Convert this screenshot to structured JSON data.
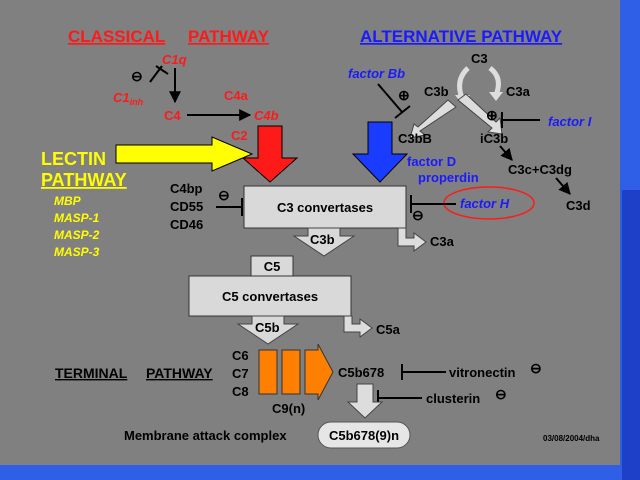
{
  "colors": {
    "slide_bg": "#808080",
    "frame_blue": "#2f5fe6",
    "classical_red": "#ff1a1a",
    "alternative_blue": "#1a1aff",
    "lectin_yellow": "#ffff00",
    "terminal_orange": "#ff7f00",
    "box_fill": "#d9d9d9",
    "text_black": "#000000"
  },
  "headers": {
    "classical_word1": "CLASSICAL",
    "classical_word2": "PATHWAY",
    "alternative": "ALTERNATIVE PATHWAY",
    "lectin_line1": "LECTIN",
    "lectin_line2": "PATHWAY",
    "terminal_word1": "TERMINAL",
    "terminal_word2": "PATHWAY"
  },
  "classical": {
    "c1q": "C1q",
    "c1inh_main": "C1",
    "c1inh_sub": "inh",
    "c4": "C4",
    "c4a": "C4a",
    "c4b": "C4b",
    "c2": "C2",
    "inhibit_sign": "⊖"
  },
  "lectin": {
    "items": [
      "MBP",
      "MASP-1",
      "MASP-2",
      "MASP-3"
    ]
  },
  "alternative": {
    "c3": "C3",
    "c3a": "C3a",
    "c3b": "C3b",
    "factor_bb": "factor Bb",
    "plus_sign_bb": "⊕",
    "c3bb": "C3bB",
    "ic3b": "iC3b",
    "factor_i": "factor I",
    "plus_sign_i": "⊕",
    "factor_d": "factor D",
    "properdin": "properdin",
    "c3c_c3dg": "C3c+C3dg",
    "c3d": "C3d",
    "factor_h": "factor H",
    "minus_sign_h": "⊖"
  },
  "regulators_left": {
    "items": [
      "C4bp",
      "CD55",
      "CD46"
    ],
    "minus_sign": "⊖"
  },
  "boxes": {
    "c3_convertases": "C3 convertases",
    "c5": "C5",
    "c5_convertases": "C5 convertases"
  },
  "products": {
    "c3b_out": "C3b",
    "c3a_out": "C3a",
    "c5b": "C5b",
    "c5a": "C5a"
  },
  "terminal": {
    "components": [
      "C6",
      "C7",
      "C8"
    ],
    "c9n": "C9(n)",
    "c5b678": "C5b678",
    "vitronectin": "vitronectin",
    "clusterin": "clusterin",
    "minus_sign": "⊖",
    "mac_label": "Membrane attack complex",
    "mac_formula": "C5b678(9)n"
  },
  "footer": {
    "date": "03/08/2004/dha"
  }
}
